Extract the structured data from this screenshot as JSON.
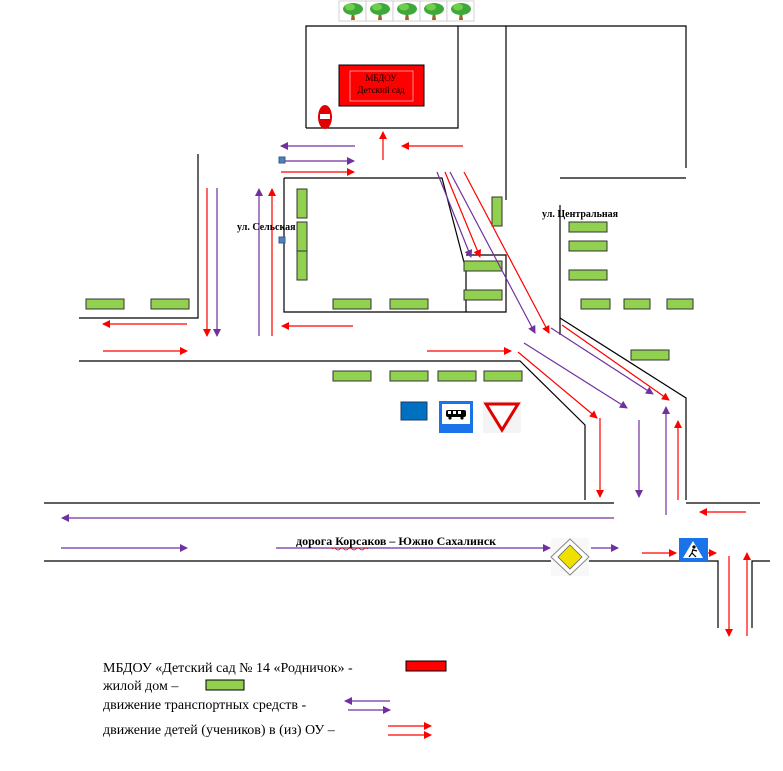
{
  "map": {
    "kindergarten": {
      "label_line1": "МБДОУ",
      "label_line2": "Детский сад",
      "color": "#ff0000"
    },
    "roads": {
      "selskaya": "ул. Сельская",
      "centralnaya": "ул. Центральная",
      "main": "дорога Корсаков – Южно Сахалинск"
    },
    "colors": {
      "vehicle_arrow": "#7030a0",
      "child_arrow": "#ff0000",
      "house": "#92d050",
      "road_line": "#000000"
    },
    "signs": [
      {
        "name": "no-entry-sign",
        "meaning": "no entry"
      },
      {
        "name": "bus-stop-sign",
        "meaning": "bus stop"
      },
      {
        "name": "yield-sign",
        "meaning": "give way"
      },
      {
        "name": "priority-road-sign",
        "meaning": "main road"
      },
      {
        "name": "pedestrian-crossing-sign",
        "meaning": "pedestrian crossing"
      },
      {
        "name": "blue-marker",
        "meaning": "marker"
      }
    ],
    "trees_count": 5
  },
  "legend": {
    "kindergarten": "МБДОУ «Детский сад № 14 «Родничок» -",
    "house": "жилой дом –",
    "vehicles": "движение транспортных средств -",
    "children": "движение детей (учеников) в (из) ОУ –"
  }
}
